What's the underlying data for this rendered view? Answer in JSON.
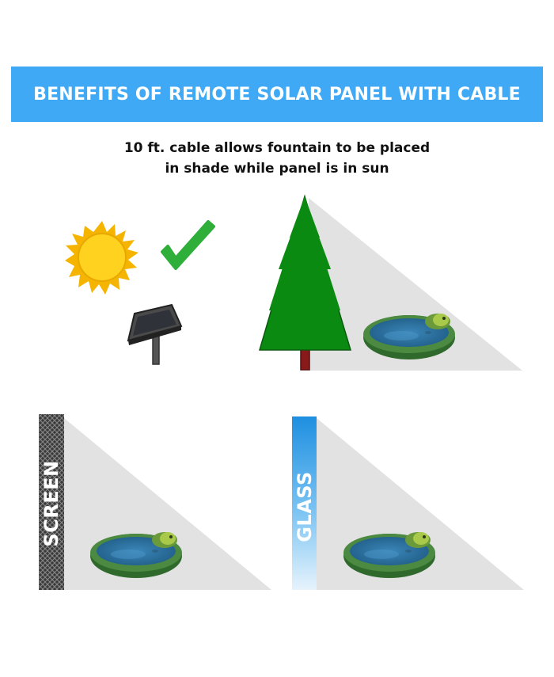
{
  "header": {
    "title": "BENEFITS OF REMOTE SOLAR PANEL WITH CABLE"
  },
  "caption": {
    "line1": "10 ft. cable allows fountain to be placed",
    "line2": "in shade while panel is in sun"
  },
  "panels": {
    "screen_label": "SCREEN",
    "glass_label": "GLASS"
  },
  "colors": {
    "banner": "#3fa9f5",
    "sun": "#ffd21f",
    "check": "#2fae3a",
    "tree": "#0b8a12",
    "trunk": "#8a1a1a",
    "shade": "#e2e2e2",
    "water": "#2b6e9e",
    "basin": "#3f7d3a",
    "glass": "#3fa9f5"
  },
  "icons": [
    "sun-icon",
    "checkmark-icon",
    "solar-panel-icon",
    "tree-icon",
    "fountain-icon",
    "screen-mesh-icon",
    "glass-pane-icon"
  ]
}
